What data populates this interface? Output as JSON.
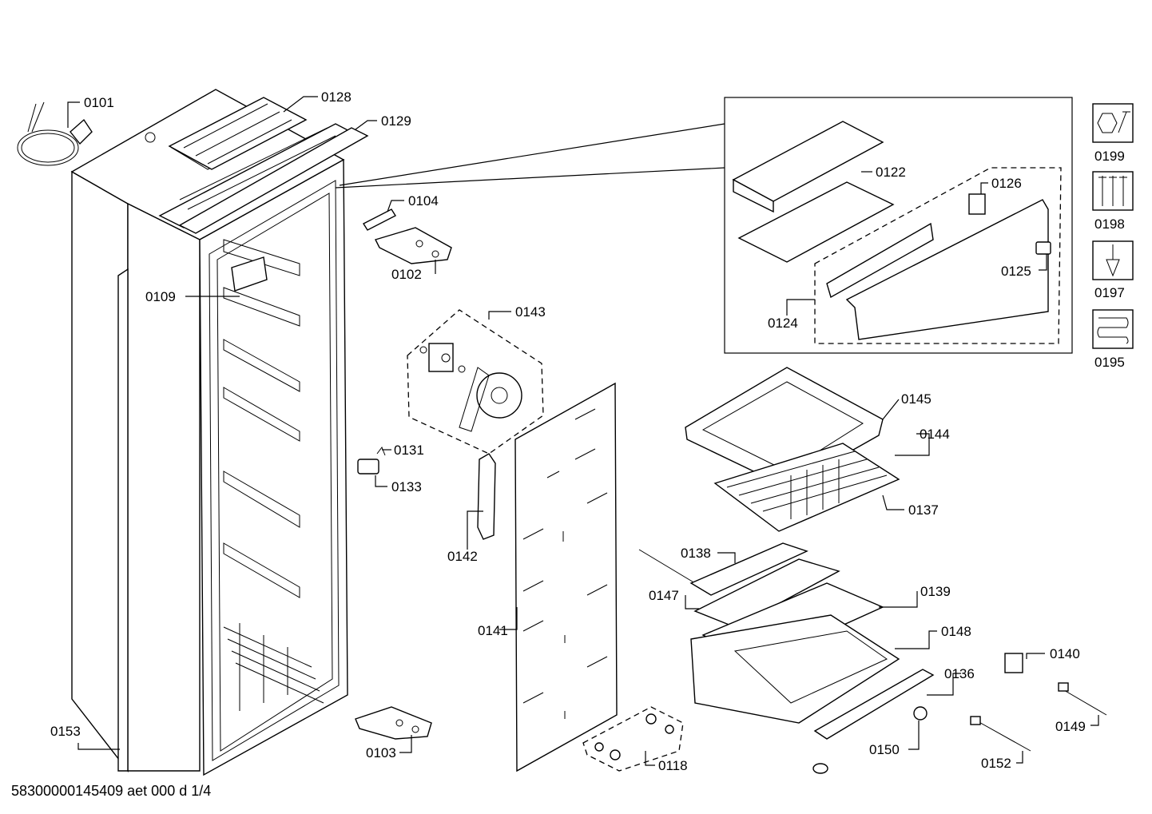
{
  "footer": "58300000145409 aet 000 d 1/4",
  "parts": [
    {
      "id": "p0101",
      "label": "0101"
    },
    {
      "id": "p0128",
      "label": "0128"
    },
    {
      "id": "p0129",
      "label": "0129"
    },
    {
      "id": "p0104",
      "label": "0104"
    },
    {
      "id": "p0102",
      "label": "0102"
    },
    {
      "id": "p0109",
      "label": "0109"
    },
    {
      "id": "p0143",
      "label": "0143"
    },
    {
      "id": "p0131",
      "label": "0131"
    },
    {
      "id": "p0133",
      "label": "0133"
    },
    {
      "id": "p0142",
      "label": "0142"
    },
    {
      "id": "p0141",
      "label": "0141"
    },
    {
      "id": "p0153",
      "label": "0153"
    },
    {
      "id": "p0103",
      "label": "0103"
    },
    {
      "id": "p0118",
      "label": "0118"
    },
    {
      "id": "p0122",
      "label": "0122"
    },
    {
      "id": "p0126",
      "label": "0126"
    },
    {
      "id": "p0125",
      "label": "0125"
    },
    {
      "id": "p0124",
      "label": "0124"
    },
    {
      "id": "p0145",
      "label": "0145"
    },
    {
      "id": "p0144",
      "label": "0144"
    },
    {
      "id": "p0137",
      "label": "0137"
    },
    {
      "id": "p0138",
      "label": "0138"
    },
    {
      "id": "p0147",
      "label": "0147"
    },
    {
      "id": "p0139",
      "label": "0139"
    },
    {
      "id": "p0148",
      "label": "0148"
    },
    {
      "id": "p0140",
      "label": "0140"
    },
    {
      "id": "p0136",
      "label": "0136"
    },
    {
      "id": "p0149",
      "label": "0149"
    },
    {
      "id": "p0150",
      "label": "0150"
    },
    {
      "id": "p0152",
      "label": "0152"
    }
  ],
  "legend": [
    {
      "label": "0199",
      "icon": "wrench-nut-icon"
    },
    {
      "label": "0198",
      "icon": "screws-icon"
    },
    {
      "label": "0197",
      "icon": "screwdriver-icon"
    },
    {
      "label": "0195",
      "icon": "heating-coil-icon"
    }
  ]
}
